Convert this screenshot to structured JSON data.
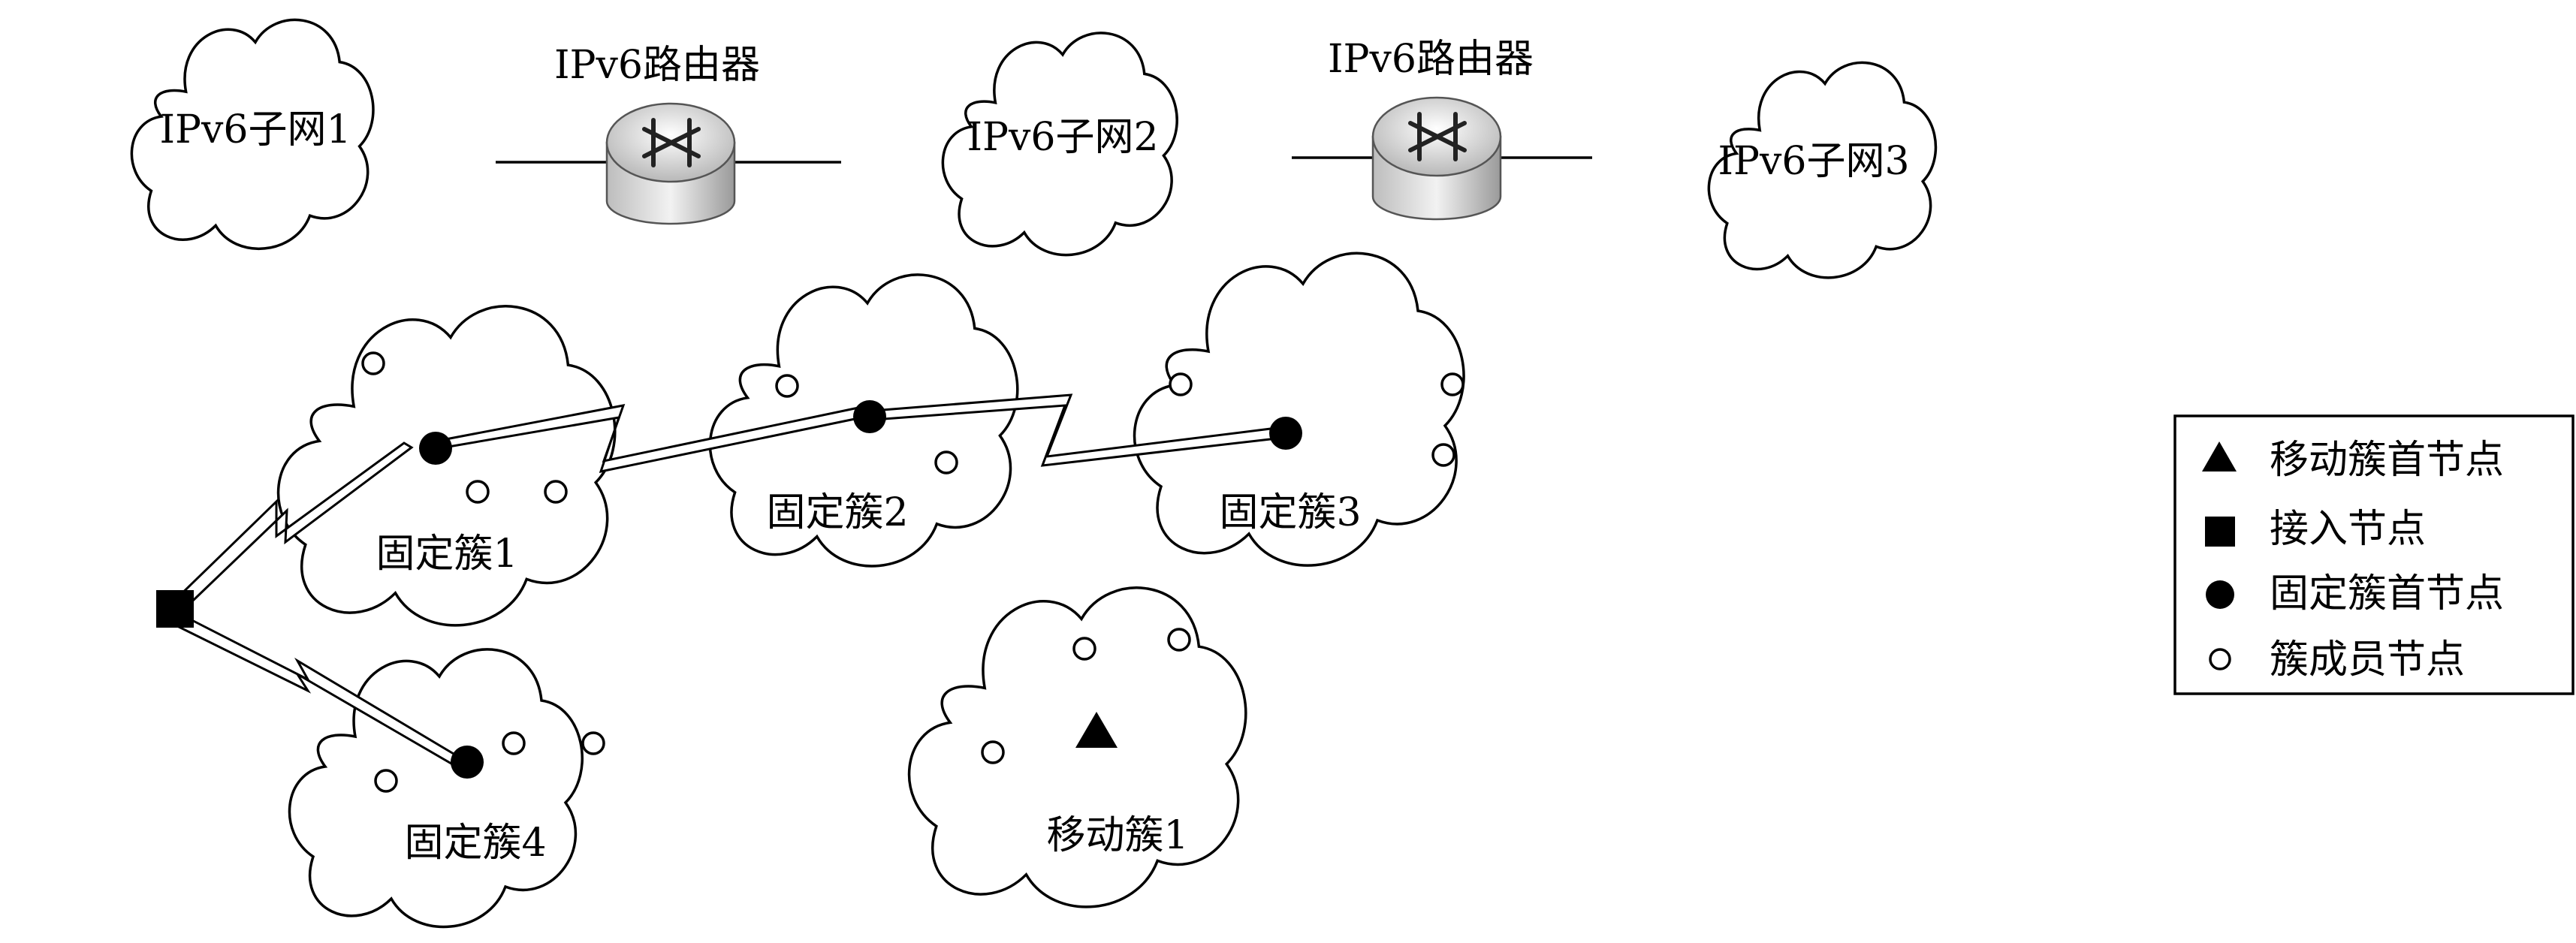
{
  "network": {
    "routers": [
      {
        "label": "IPv6路由器"
      },
      {
        "label": "IPv6路由器"
      }
    ],
    "subnets": [
      {
        "label": "IPv6子网1"
      },
      {
        "label": "IPv6子网2"
      },
      {
        "label": "IPv6子网3"
      }
    ]
  },
  "clusters": {
    "fixed1": {
      "label": "固定簇1"
    },
    "fixed2": {
      "label": "固定簇2"
    },
    "fixed3": {
      "label": "固定簇3"
    },
    "fixed4": {
      "label": "固定簇4"
    },
    "mobile1": {
      "label": "移动簇1"
    }
  },
  "legend": {
    "items": [
      {
        "label": "移动簇首节点",
        "symbol": "triangle"
      },
      {
        "label": "接入节点",
        "symbol": "square"
      },
      {
        "label": "固定簇首节点",
        "symbol": "filled-circle"
      },
      {
        "label": "簇成员节点",
        "symbol": "open-circle"
      }
    ]
  }
}
